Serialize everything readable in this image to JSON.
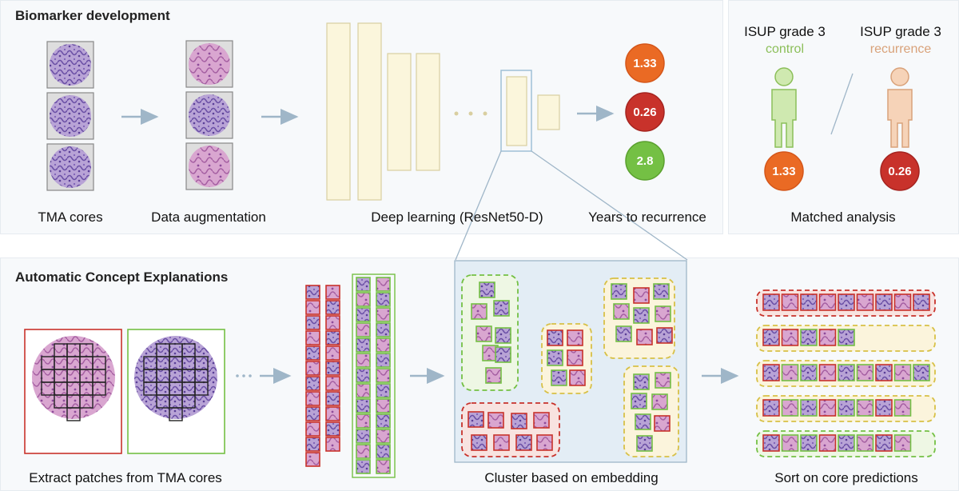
{
  "top": {
    "title": "Biomarker development",
    "captions": {
      "tma": "TMA cores",
      "aug": "Data augmentation",
      "dl": "Deep learning (ResNet50-D)",
      "years": "Years to recurrence"
    },
    "predictions": [
      "1.33",
      "0.26",
      "2.8"
    ]
  },
  "matched": {
    "control_title": "ISUP grade 3",
    "control_label": "control",
    "recurrence_title": "ISUP grade 3",
    "recurrence_label": "recurrence",
    "control_value": "1.33",
    "recurrence_value": "0.26",
    "caption": "Matched analysis"
  },
  "bottom": {
    "title": "Automatic Concept Explanations",
    "captions": {
      "extract": "Extract patches from TMA cores",
      "cluster": "Cluster based on embedding",
      "sort": "Sort on core predictions"
    }
  },
  "colors": {
    "orange": "#ea6a24",
    "red": "#c8322b",
    "green": "#74c044",
    "control": "#8cbf5a",
    "recurrence": "#d9a27a",
    "arrow": "#9fb6c8",
    "layer": "#fbf6dc"
  }
}
